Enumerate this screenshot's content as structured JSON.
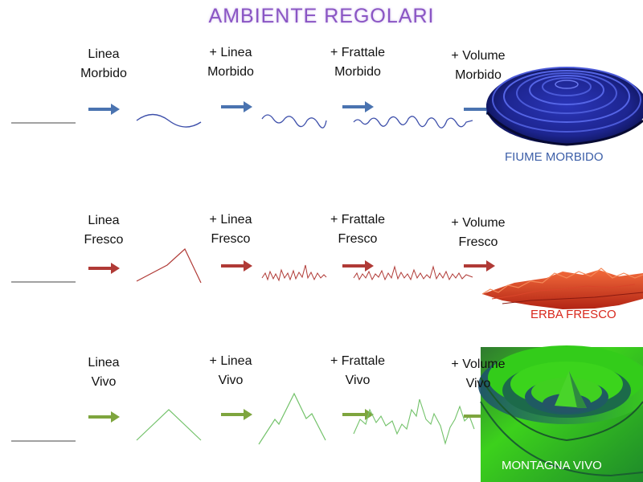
{
  "title": "AMBIENTE REGOLARI",
  "rows": [
    {
      "steps": [
        "Linea\nMorbido",
        "+  Linea\nMorbido",
        "+ Frattale\nMorbido",
        "+ Volume\nMorbido"
      ],
      "result": "FIUME MORBIDO",
      "color": "#3d5fa8"
    },
    {
      "steps": [
        "Linea\nFresco",
        "+  Linea\nFresco",
        "+ Frattale\nFresco",
        "+ Volume\nFresco"
      ],
      "result": "ERBA FRESCO",
      "color": "#b03a36"
    },
    {
      "steps": [
        "Linea\nVivo",
        "+  Linea\nVivo",
        "+ Frattale\nVivo",
        "+ Volume\nVivo"
      ],
      "result": "MONTAGNA VIVO",
      "color": "#7ea53e"
    }
  ]
}
